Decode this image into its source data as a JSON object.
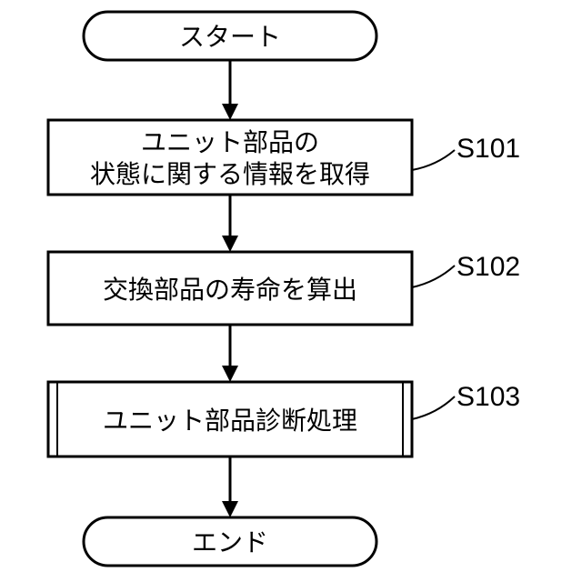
{
  "flowchart": {
    "start": {
      "text": "スタート"
    },
    "steps": [
      {
        "id": "S101",
        "lines": [
          "ユニット部品の",
          "状態に関する情報を取得"
        ],
        "type": "process"
      },
      {
        "id": "S102",
        "lines": [
          "交換部品の寿命を算出"
        ],
        "type": "process"
      },
      {
        "id": "S103",
        "lines": [
          "ユニット部品診断処理"
        ],
        "type": "predefined-process"
      }
    ],
    "end": {
      "text": "エンド"
    }
  }
}
